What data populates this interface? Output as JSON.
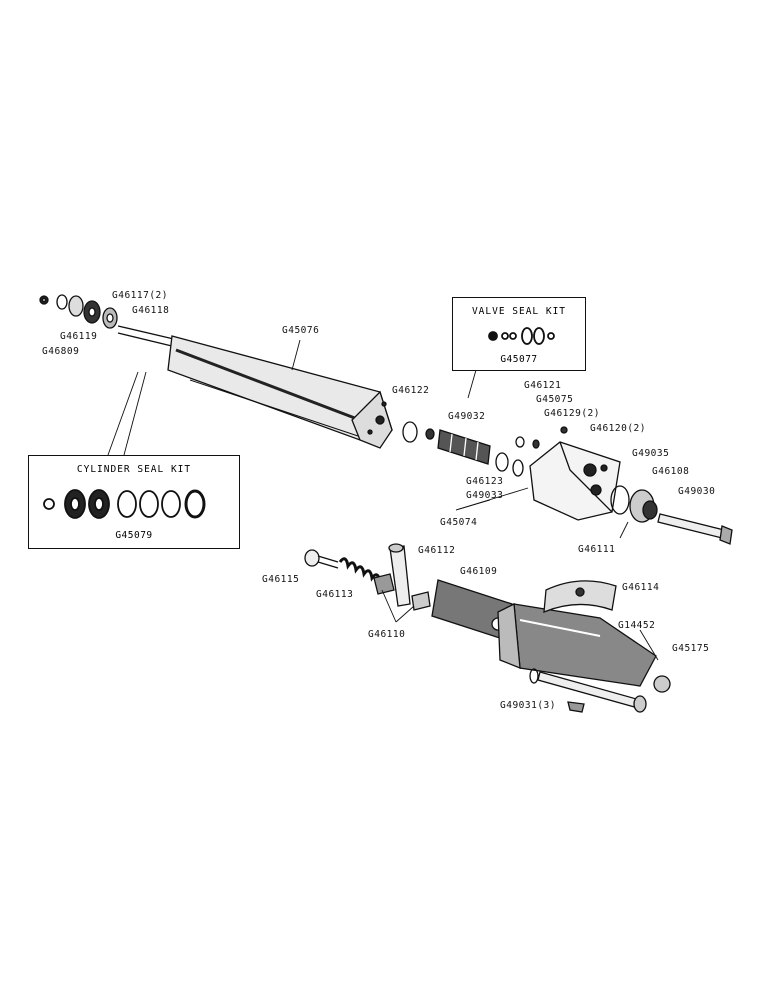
{
  "labels": {
    "g46117": "G46117(2)",
    "g46118": "G46118",
    "g46119": "G46119",
    "g46809": "G46809",
    "g45076": "G45076",
    "g46122": "G46122",
    "g49032": "G49032",
    "g46121": "G46121",
    "g45075": "G45075",
    "g46129": "G46129(2)",
    "g46120": "G46120(2)",
    "g46123": "G46123",
    "g49033": "G49033",
    "g45074": "G45074",
    "g49035": "G49035",
    "g46108": "G46108",
    "g49030": "G49030",
    "g46111": "G46111",
    "g46112": "G46112",
    "g46115": "G46115",
    "g46113": "G46113",
    "g46109": "G46109",
    "g46110": "G46110",
    "g46114": "G46114",
    "g14452": "G14452",
    "g45175": "G45175",
    "g49031": "G49031(3)"
  },
  "valve_kit": {
    "title": "VALVE SEAL KIT",
    "part": "G45077"
  },
  "cylinder_kit": {
    "title": "CYLINDER SEAL KIT",
    "part": "G45079"
  }
}
